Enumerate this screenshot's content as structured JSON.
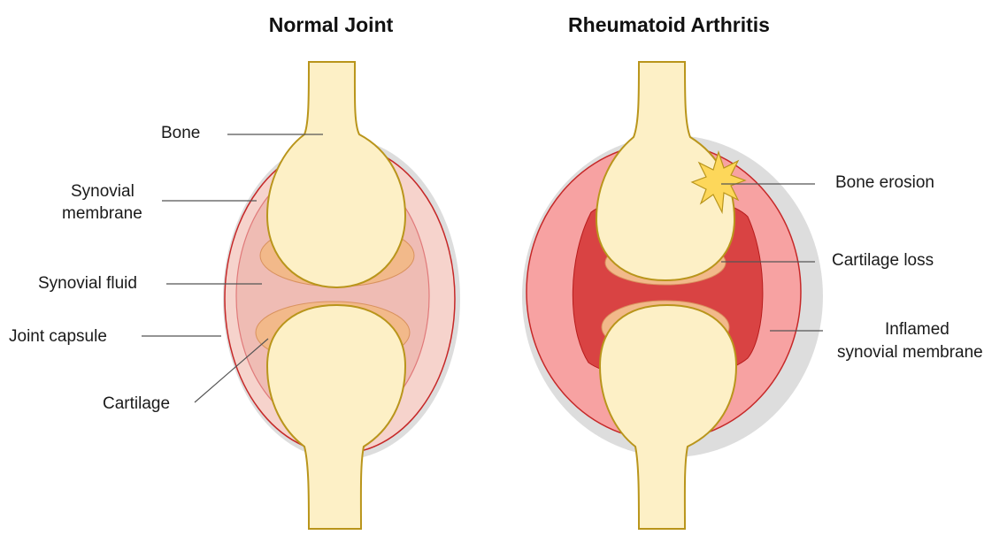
{
  "panels": {
    "normal": {
      "title": "Normal Joint"
    },
    "ra": {
      "title": "Rheumatoid Arthritis"
    }
  },
  "labels": {
    "bone": "Bone",
    "synovial_membrane_line1": "Synovial",
    "synovial_membrane_line2": "membrane",
    "synovial_fluid": "Synovial fluid",
    "joint_capsule": "Joint capsule",
    "cartilage": "Cartilage",
    "bone_erosion": "Bone erosion",
    "cartilage_loss": "Cartilage loss",
    "inflamed_line1": "Inflamed",
    "inflamed_line2": "synovial membrane"
  },
  "colors": {
    "bone_fill": "#fdf0c6",
    "bone_outline": "#b9951b",
    "cartilage": "#f2b98a",
    "capsule_shadow": "#dddddd",
    "capsule_outline": "#c62828",
    "normal_fluid": "#f4c9c2",
    "inflamed_membrane": "#f7a2a2",
    "inflamed_cavity": "#d94343",
    "erosion": "#fdd75a"
  }
}
